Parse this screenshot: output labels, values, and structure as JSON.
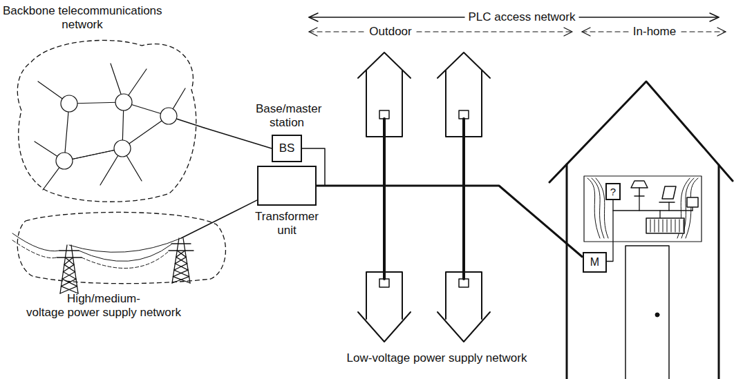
{
  "diagram": {
    "nodes": [
      {
        "text": [
          "Backbone telecommunications network"
        ]
      },
      {
        "text": [
          "Base/master station",
          "BS"
        ]
      },
      {
        "text": [
          "Transformer unit"
        ]
      },
      {
        "text": [
          "High/medium- voltage power supply network"
        ]
      },
      {
        "text": [
          "?"
        ]
      },
      {
        "text": [
          "M"
        ]
      }
    ],
    "edges": [
      {
        "from": 0,
        "to": 1,
        "arrow": "none"
      },
      {
        "from": 3,
        "to": 2,
        "arrow": "none"
      },
      {
        "from": 1,
        "to": 2,
        "arrow": "none"
      },
      {
        "from": 2,
        "to": 5,
        "arrow": "none"
      },
      {
        "from": 5,
        "to": 4,
        "arrow": "none"
      }
    ],
    "labels": [
      "PLC access network",
      "Outdoor",
      "In-home",
      "Low-voltage power supply network"
    ]
  }
}
